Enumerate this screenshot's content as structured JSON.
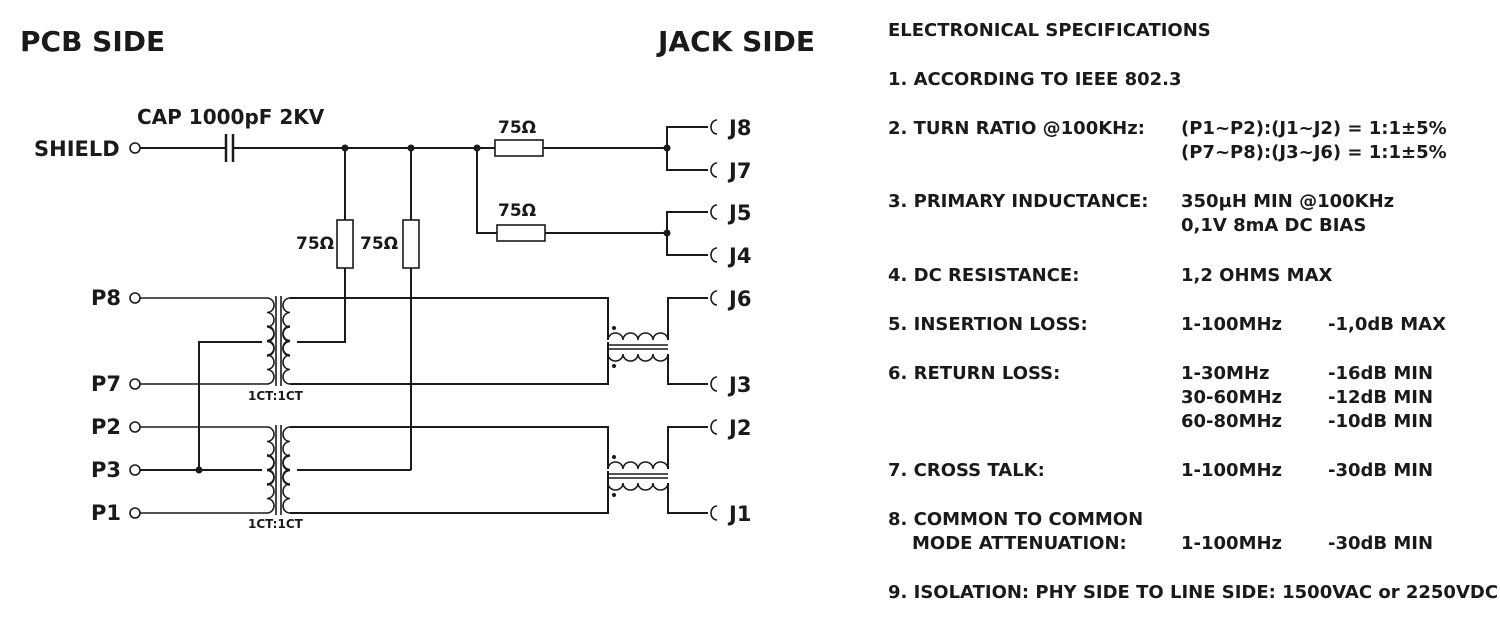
{
  "schematic": {
    "pcb_side_title": "PCB SIDE",
    "jack_side_title": "JACK SIDE",
    "shield_label": "SHIELD",
    "cap_label": "CAP 1000pF 2KV",
    "resistor_label": "75Ω",
    "ratio_label": "1CT:1CT",
    "pcb_pins": [
      "P8",
      "P7",
      "P2",
      "P3",
      "P1"
    ],
    "jack_pins": [
      "J8",
      "J7",
      "J5",
      "J4",
      "J6",
      "J3",
      "J2",
      "J1"
    ]
  },
  "specs": {
    "title": "ELECTRONICAL SPECIFICATIONS",
    "items": [
      {
        "name": "1. ACCORDING TO IEEE 802.3"
      },
      {
        "name": "2. TURN RATIO @100KHz:",
        "values": [
          "(P1~P2):(J1~J2) = 1:1±5%",
          "(P7~P8):(J3~J6) = 1:1±5%"
        ]
      },
      {
        "name": "3. PRIMARY INDUCTANCE:",
        "values": [
          "350µH MIN @100KHz",
          "0,1V 8mA DC BIAS"
        ]
      },
      {
        "name": "4. DC RESISTANCE:",
        "values": [
          "1,2 OHMS MAX"
        ]
      },
      {
        "name": "5. INSERTION LOSS:",
        "values": [
          "1-100MHz"
        ],
        "values2": [
          "-1,0dB MAX"
        ]
      },
      {
        "name": "6. RETURN LOSS:",
        "values": [
          "1-30MHz",
          "30-60MHz",
          "60-80MHz"
        ],
        "values2": [
          "-16dB MIN",
          "-12dB MIN",
          "-10dB MIN"
        ]
      },
      {
        "name": "7. CROSS TALK:",
        "values": [
          "1-100MHz"
        ],
        "values2": [
          "-30dB MIN"
        ]
      },
      {
        "name_lines": [
          "8. COMMON TO COMMON",
          "    MODE ATTENUATION:"
        ],
        "values": [
          "",
          "1-100MHz"
        ],
        "values2": [
          "",
          "-30dB MIN"
        ]
      },
      {
        "name": "9. ISOLATION: PHY SIDE TO LINE SIDE: 1500VAC or 2250VDC"
      }
    ]
  }
}
